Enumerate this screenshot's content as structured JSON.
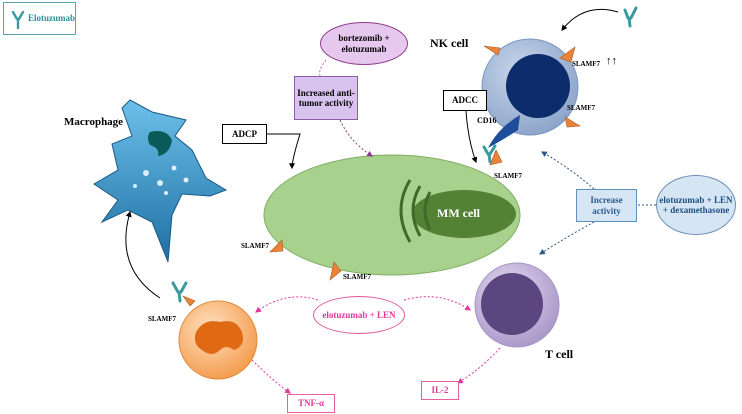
{
  "legend": {
    "label": "Elotuzumab"
  },
  "cells": {
    "nk": "NK cell",
    "macrophage": "Macrophage",
    "mm": "MM cell",
    "t": "T cell"
  },
  "labels": {
    "slamf7_nk_top": "SLAMF7",
    "arrows_up": "↑↑",
    "slamf7_nk_right": "SLAMF7",
    "cd16": "CD16",
    "slamf7_nk_bottom": "SLAMF7",
    "slamf7_mm_left": "SLAMF7",
    "slamf7_mm_bottom": "SLAMF7",
    "slamf7_neutrophil": "SLAMF7"
  },
  "boxes": {
    "adcc": "ADCC",
    "adcp": "ADCP",
    "increased_antitumor": "Increased anti-tumor activity",
    "bortezomib": "bortezomib + elotuzumab",
    "increase_activity": "Increase activity",
    "elo_len_dex": "elotuzumab + LEN + dexamethasone",
    "elo_len": "elotuzumab + LEN",
    "il2": "IL-2",
    "tnf": "TNF-α"
  },
  "colors": {
    "mm_cell": "#a9d18e",
    "mm_nucleus": "#548235",
    "nk_outer": "#a6bbdb",
    "nk_nucleus": "#0d2c6c",
    "macrophage": "#2e8bc0",
    "neutrophil": "#f4a261",
    "t_cell": "#bcaed6",
    "slamf7": "#e8833a",
    "antibody": "#3a9aa0",
    "pink_arrows": "#e0389b",
    "blue_arrows": "#2a5a8c"
  }
}
